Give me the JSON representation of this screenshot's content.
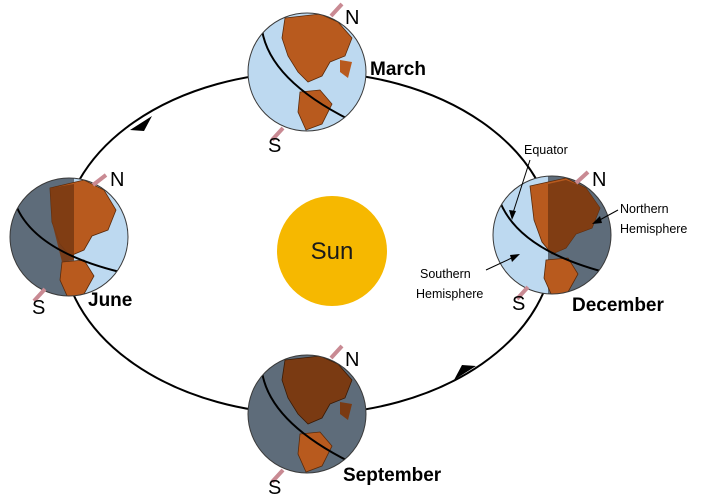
{
  "sun": {
    "label": "Sun",
    "color": "#F6B800"
  },
  "months": {
    "march": "March",
    "june": "June",
    "september": "September",
    "december": "December"
  },
  "poles": {
    "north": "N",
    "south": "S"
  },
  "annotations": {
    "equator": "Equator",
    "northern_line1": "Northern",
    "northern_line2": "Hemisphere",
    "southern_line1": "Southern",
    "southern_line2": "Hemisphere"
  },
  "colors": {
    "ocean_lit": "#BDD9F0",
    "ocean_dark": "#5E6C7A",
    "land_lit": "#B85A1E",
    "land_dark": "#7A3A12",
    "axis": "#C98A93",
    "orbit": "#000000"
  }
}
